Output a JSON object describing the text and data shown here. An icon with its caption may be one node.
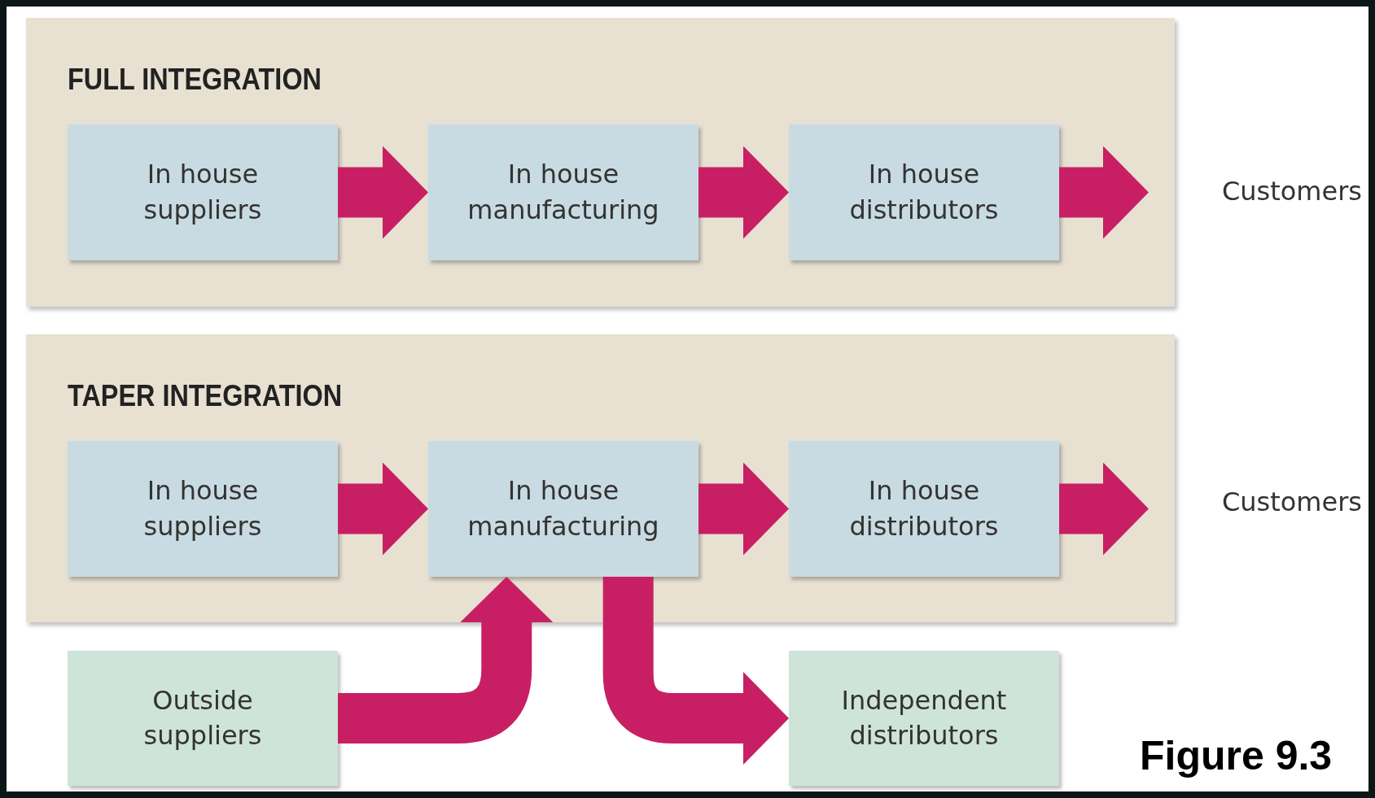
{
  "diagram": {
    "caption": "Figure 9.3",
    "nodes": [
      {
        "text": [
          "FULL INTEGRATION"
        ]
      },
      {
        "text": [
          "In house suppliers"
        ],
        "in": 0
      },
      {
        "text": [
          "In house manufacturing"
        ],
        "in": 0
      },
      {
        "text": [
          "In house distributors"
        ],
        "in": 0
      },
      {
        "text": [
          "Customers"
        ]
      },
      {
        "text": [
          "TAPER INTEGRATION"
        ]
      },
      {
        "text": [
          "In house suppliers"
        ],
        "in": 5
      },
      {
        "text": [
          "In house manufacturing"
        ],
        "in": 5
      },
      {
        "text": [
          "In house distributors"
        ],
        "in": 5
      },
      {
        "text": [
          "Customers"
        ]
      },
      {
        "text": [
          "Outside suppliers"
        ]
      },
      {
        "text": [
          "Independent distributors"
        ]
      }
    ],
    "edges": [
      {
        "from": 1,
        "to": 2,
        "arrow": "to"
      },
      {
        "from": 2,
        "to": 3,
        "arrow": "to"
      },
      {
        "from": 3,
        "to": 4,
        "arrow": "to"
      },
      {
        "from": 6,
        "to": 7,
        "arrow": "to"
      },
      {
        "from": 7,
        "to": 8,
        "arrow": "to"
      },
      {
        "from": 8,
        "to": 9,
        "arrow": "to"
      },
      {
        "from": 10,
        "to": 7,
        "arrow": "to"
      },
      {
        "from": 7,
        "to": 11,
        "arrow": "to"
      }
    ]
  }
}
